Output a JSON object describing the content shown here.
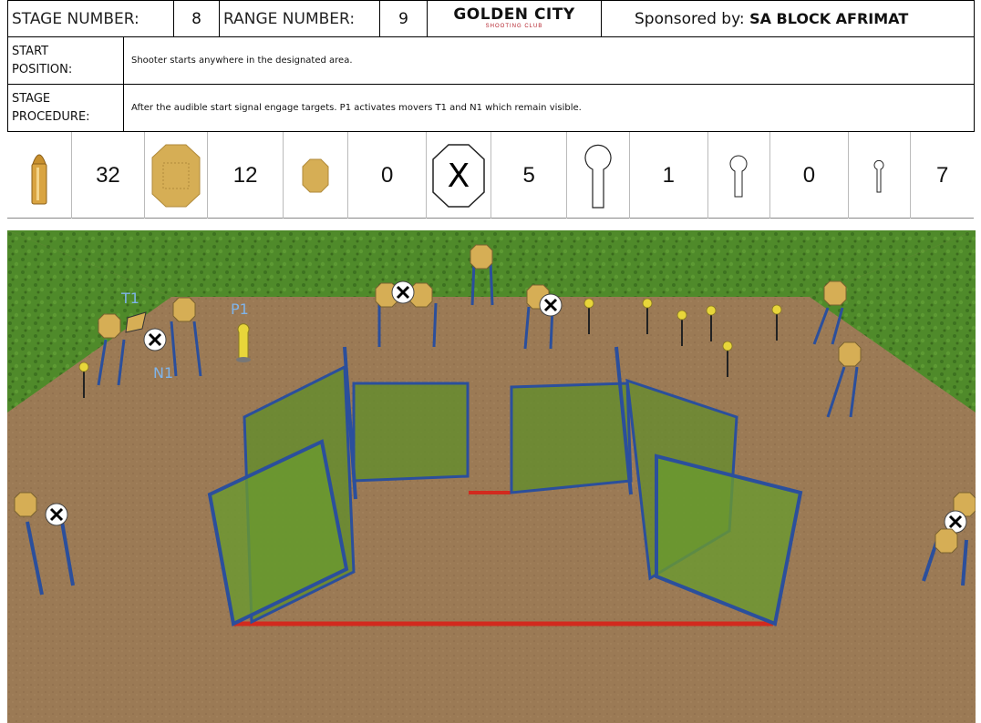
{
  "header": {
    "stage_number_label": "STAGE NUMBER:",
    "stage_number": "8",
    "range_number_label": "RANGE NUMBER:",
    "range_number": "9",
    "logo_title": "GOLDEN CITY",
    "logo_subtitle": "SHOOTING CLUB",
    "sponsor_label": "Sponsored by:",
    "sponsor_name": "SA BLOCK AFRIMAT"
  },
  "start_position": {
    "label_line1": "START",
    "label_line2": "POSITION:",
    "text": "Shooter starts anywhere in the designated area."
  },
  "stage_procedure": {
    "label_line1": "STAGE",
    "label_line2": "PROCEDURE:",
    "text": "After the audible start signal engage targets. P1 activates movers T1 and N1 which remain visible."
  },
  "counts": [
    {
      "icon": "bullet-icon",
      "value": "32"
    },
    {
      "icon": "large-octagon-target-icon",
      "value": "12"
    },
    {
      "icon": "small-octagon-target-icon",
      "value": "0"
    },
    {
      "icon": "no-shoot-icon",
      "value": "5"
    },
    {
      "icon": "large-popper-icon",
      "value": "1"
    },
    {
      "icon": "medium-popper-icon",
      "value": "0"
    },
    {
      "icon": "small-popper-icon",
      "value": "7"
    }
  ],
  "scene_labels": {
    "t1": "T1",
    "p1": "P1",
    "n1": "N1"
  },
  "colors": {
    "target_tan": "#d6ae55",
    "dirt": "#9b7a55",
    "berm_green": "#4f8a2a",
    "wall_green": "#5f8f2a",
    "frame_blue": "#2b4f9c",
    "fault_line_red": "#d22a1e",
    "popper_yellow": "#e8d63a",
    "label_blue": "#7fb4ea"
  }
}
